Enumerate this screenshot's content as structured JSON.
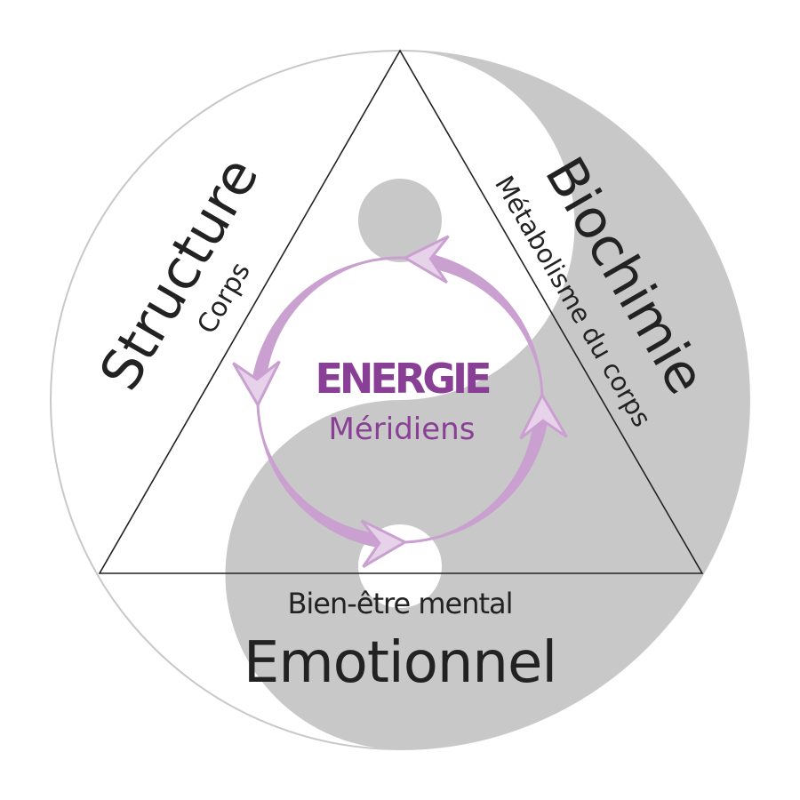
{
  "labels": {
    "structure": "Structure",
    "corps": "Corps",
    "biochimie": "Biochimie",
    "metabolisme": "Métabolisme du corps",
    "energie": "ENERGIE",
    "meridiens": "Méridiens",
    "bien_etre": "Bien-être mental",
    "emotionnel": "Emotionnel"
  },
  "colors": {
    "yin": "#c8c8c8",
    "outline": "#c8c8c8",
    "triangle": "#222222",
    "text": "#222222",
    "energy_text": "#8a3f96",
    "arrow": "#c9a0cf",
    "arrow_head_light": "#e6d3ea"
  }
}
